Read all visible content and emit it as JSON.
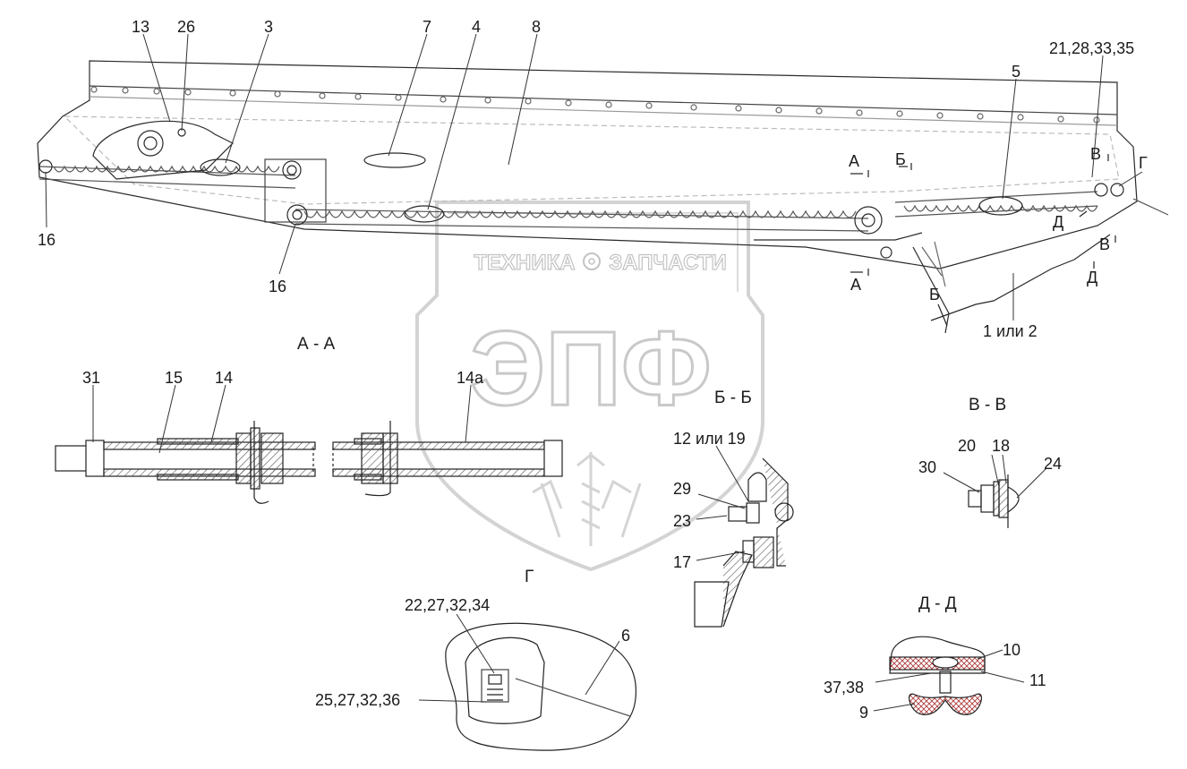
{
  "watermark": {
    "brand_left": "ТЕХНИКА",
    "brand_right": "ЗАПЧАСТИ",
    "logo_text": "ЭПФ",
    "color": "#c9c9c9"
  },
  "section_titles": {
    "aa": "А - А",
    "bb": "Б - Б",
    "vv": "В - В",
    "g": "Г",
    "dd": "Д - Д"
  },
  "cut_marks": {
    "a_top": "А",
    "a_bottom": "А",
    "b_top": "Б",
    "b_bottom": "Б",
    "v_top": "В",
    "v_bottom": "В",
    "g": "Г",
    "d_top": "Д",
    "d_bottom": "Д"
  },
  "callouts": {
    "c13": "13",
    "c26": "26",
    "c3": "3",
    "c7": "7",
    "c4": "4",
    "c8": "8",
    "c5": "5",
    "c21": "21,28,33,35",
    "c16a": "16",
    "c16b": "16",
    "c1or2": "1 или 2",
    "c31": "31",
    "c15": "15",
    "c14": "14",
    "c14a": "14а",
    "c12or19": "12 или 19",
    "c29": "29",
    "c23": "23",
    "c17": "17",
    "c30": "30",
    "c20": "20",
    "c18": "18",
    "c24": "24",
    "c22": "22,27,32,34",
    "c25": "25,27,32,36",
    "c6": "6",
    "c10": "10",
    "c11": "11",
    "c37": "37,38",
    "c9": "9"
  },
  "colors": {
    "line": "#2a2a2a",
    "thin": "#7a7a7a",
    "hatch": "#555555"
  }
}
